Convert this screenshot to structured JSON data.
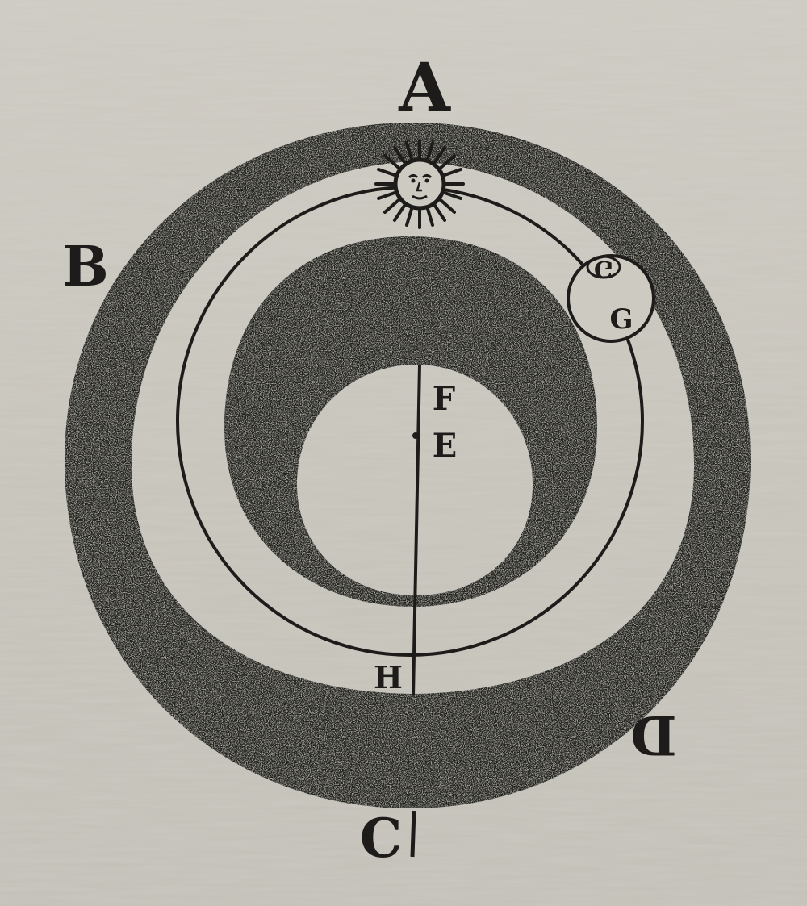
{
  "diagram": {
    "labels": {
      "a": "A",
      "b": "B",
      "c": "C",
      "d": "D",
      "e": "E",
      "f": "F",
      "g": "G",
      "g_mirror": "G",
      "h": "H"
    },
    "colors": {
      "paper": "#c9c6bd",
      "ink": "#1e1c1a",
      "ink_speckle": "#3a3733",
      "light_disc": "#d0cdc5"
    },
    "icons": {
      "sun": "sun-with-face-icon",
      "small_body": "small-orbiting-body-icon"
    }
  }
}
